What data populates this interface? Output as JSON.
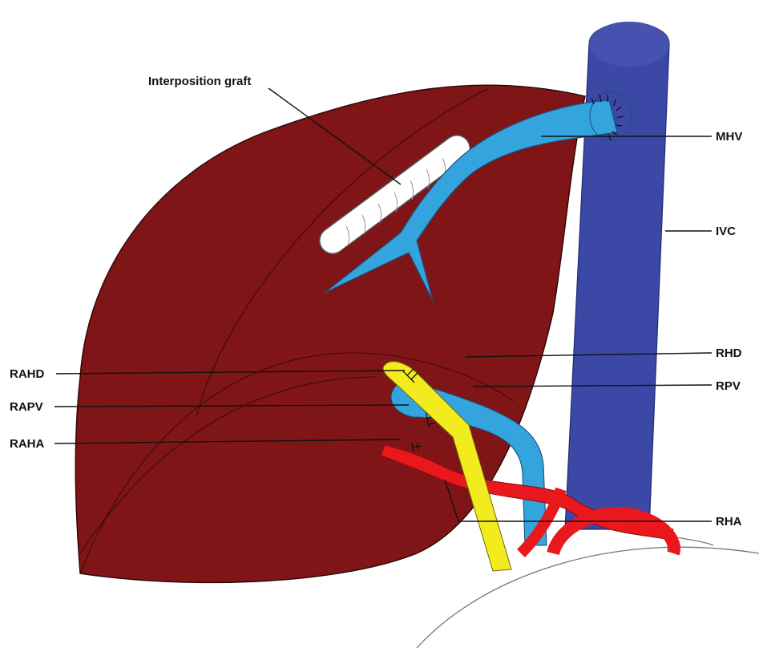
{
  "diagram": {
    "labels": {
      "interposition_graft": "Interposition graft",
      "mhv": "MHV",
      "ivc": "IVC",
      "rhd": "RHD",
      "rpv": "RPV",
      "rha": "RHA",
      "rahd": "RAHD",
      "rapv": "RAPV",
      "raha": "RAHA"
    },
    "colors": {
      "liver": "#7f1517",
      "ivc": "#3c48a6",
      "portal_vein": "#34a4df",
      "bile_duct": "#f2ec1f",
      "artery": "#e8181d",
      "graft": "#ffffff"
    }
  }
}
